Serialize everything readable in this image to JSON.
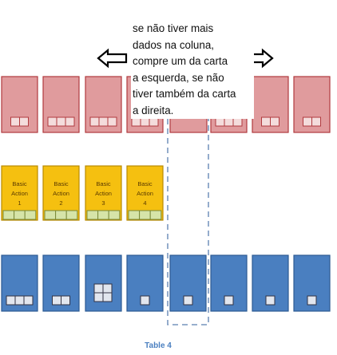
{
  "note": {
    "text": "se não tiver mais\ndados na coluna,\ncompre um da carta\na esquerda, se não\ntiver também da carta\na direita."
  },
  "caption": "Table 4",
  "colors": {
    "red_fill": "#e09b9d",
    "red_stroke": "#b03a3e",
    "yellow_fill": "#f5c010",
    "yellow_stroke": "#b98a00",
    "green_slot": "#d6e4a8",
    "blue_fill": "#4a7fc0",
    "blue_stroke": "#2c5a92",
    "slot_fill": "#e2e6ee",
    "dash_stroke": "#5b7fb0",
    "caption": "#4a7fc0"
  },
  "action_cards": [
    {
      "line1": "Basic",
      "line2": "Action",
      "number": "1"
    },
    {
      "line1": "Basic",
      "line2": "Action",
      "number": "2"
    },
    {
      "line1": "Basic",
      "line2": "Action",
      "number": "3"
    },
    {
      "line1": "Basic",
      "line2": "Action",
      "number": "4"
    }
  ],
  "arrows": {
    "left": "arrow-left-icon",
    "right": "arrow-right-icon"
  }
}
